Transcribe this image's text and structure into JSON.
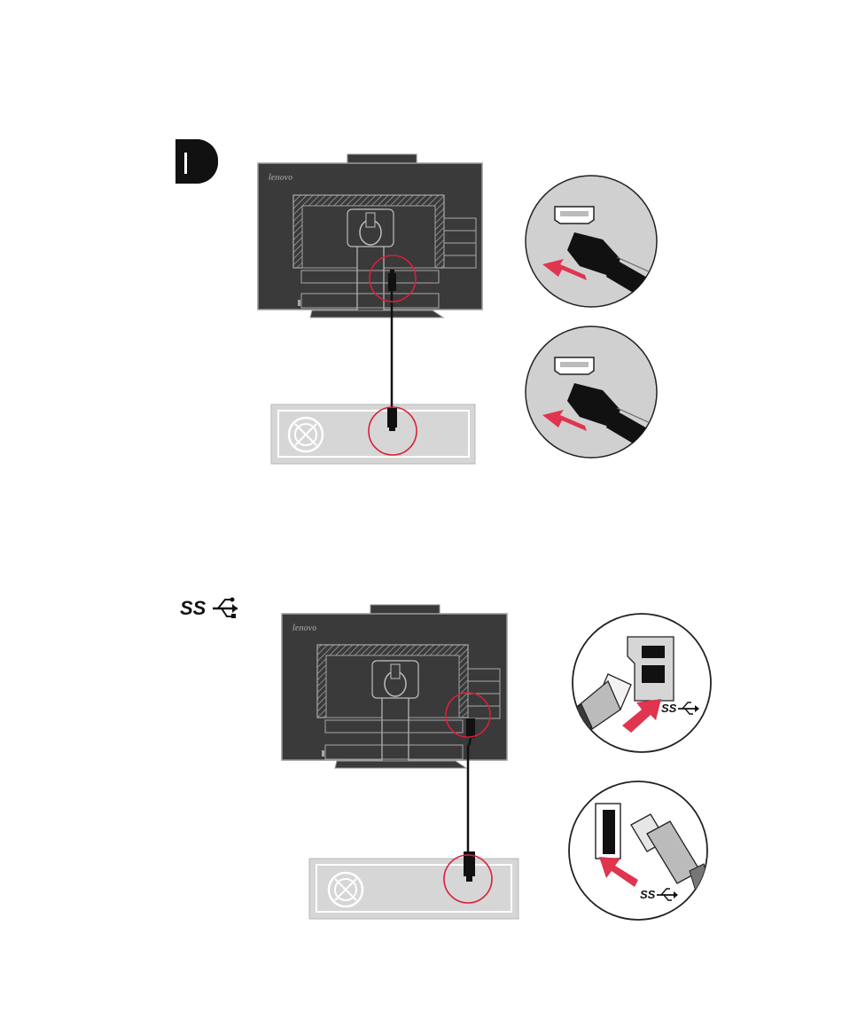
{
  "sections": [
    {
      "id": "displayport",
      "connector_icon": "displayport-icon",
      "brand_label": "lenovo",
      "steps": [
        {
          "name": "displayport-connect-monitor",
          "icon": "displayport-plug-icon"
        },
        {
          "name": "displayport-connect-computer",
          "icon": "displayport-plug-icon"
        }
      ]
    },
    {
      "id": "usb3",
      "connector_icon": "usb-superspeed-icon",
      "connector_text": "SS",
      "brand_label": "lenovo",
      "steps": [
        {
          "name": "usb-b-connect-monitor",
          "icon": "usb-b-plug-icon",
          "label": "SS"
        },
        {
          "name": "usb-a-connect-computer",
          "icon": "usb-a-plug-icon",
          "label": "SS"
        }
      ]
    }
  ],
  "colors": {
    "monitor_body": "#3a3a3a",
    "monitor_border": "#9a9a9a",
    "computer_body": "#cfcfcf",
    "highlight_circle": "#d8203a",
    "insert_arrow": "#e0354f",
    "cable": "#111111"
  }
}
